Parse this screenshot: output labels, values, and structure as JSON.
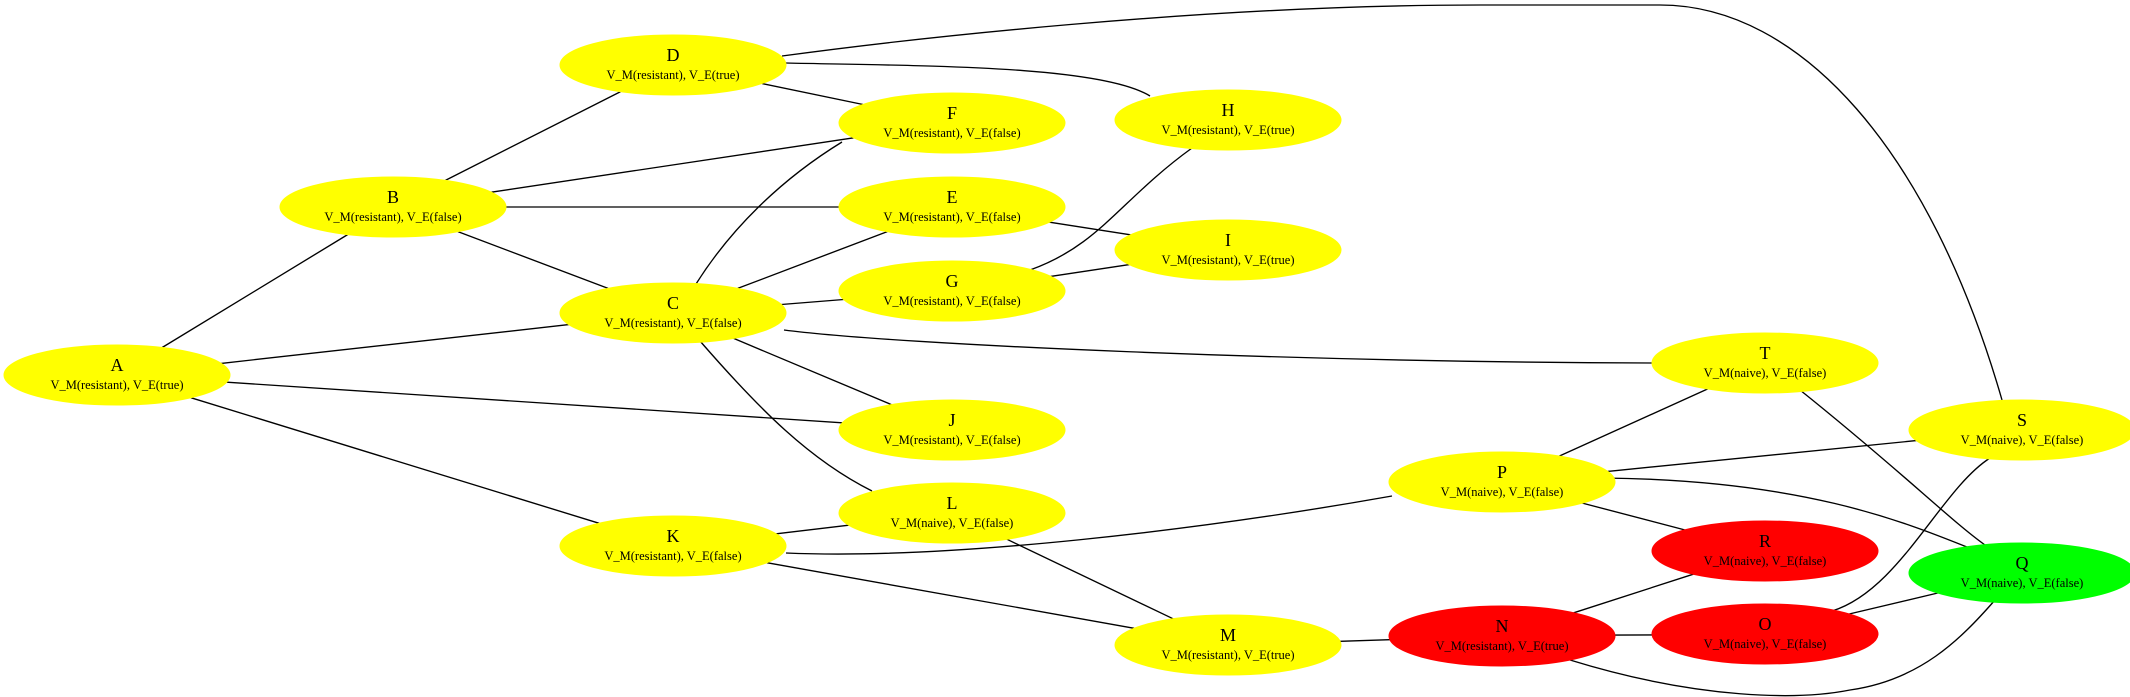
{
  "colors": {
    "yellow": "#ffff00",
    "red": "#ff0000",
    "green": "#00ff00"
  },
  "nodes": {
    "A": {
      "label": "A",
      "sublabel": "V_M(resistant), V_E(true)",
      "color": "yellow"
    },
    "B": {
      "label": "B",
      "sublabel": "V_M(resistant), V_E(false)",
      "color": "yellow"
    },
    "C": {
      "label": "C",
      "sublabel": "V_M(resistant), V_E(false)",
      "color": "yellow"
    },
    "D": {
      "label": "D",
      "sublabel": "V_M(resistant), V_E(true)",
      "color": "yellow"
    },
    "E": {
      "label": "E",
      "sublabel": "V_M(resistant), V_E(false)",
      "color": "yellow"
    },
    "F": {
      "label": "F",
      "sublabel": "V_M(resistant), V_E(false)",
      "color": "yellow"
    },
    "G": {
      "label": "G",
      "sublabel": "V_M(resistant), V_E(false)",
      "color": "yellow"
    },
    "H": {
      "label": "H",
      "sublabel": "V_M(resistant), V_E(true)",
      "color": "yellow"
    },
    "I": {
      "label": "I",
      "sublabel": "V_M(resistant), V_E(true)",
      "color": "yellow"
    },
    "J": {
      "label": "J",
      "sublabel": "V_M(resistant), V_E(false)",
      "color": "yellow"
    },
    "K": {
      "label": "K",
      "sublabel": "V_M(resistant), V_E(false)",
      "color": "yellow"
    },
    "L": {
      "label": "L",
      "sublabel": "V_M(naive), V_E(false)",
      "color": "yellow"
    },
    "M": {
      "label": "M",
      "sublabel": "V_M(resistant), V_E(true)",
      "color": "yellow"
    },
    "N": {
      "label": "N",
      "sublabel": "V_M(resistant), V_E(true)",
      "color": "red"
    },
    "O": {
      "label": "O",
      "sublabel": "V_M(naive), V_E(false)",
      "color": "red"
    },
    "P": {
      "label": "P",
      "sublabel": "V_M(naive), V_E(false)",
      "color": "yellow"
    },
    "Q": {
      "label": "Q",
      "sublabel": "V_M(naive), V_E(false)",
      "color": "green"
    },
    "R": {
      "label": "R",
      "sublabel": "V_M(naive), V_E(false)",
      "color": "red"
    },
    "S": {
      "label": "S",
      "sublabel": "V_M(naive), V_E(false)",
      "color": "yellow"
    },
    "T": {
      "label": "T",
      "sublabel": "V_M(naive), V_E(false)",
      "color": "yellow"
    }
  },
  "edges": [
    [
      "A",
      "B"
    ],
    [
      "A",
      "C"
    ],
    [
      "A",
      "J"
    ],
    [
      "A",
      "K"
    ],
    [
      "B",
      "D"
    ],
    [
      "B",
      "F"
    ],
    [
      "B",
      "E"
    ],
    [
      "B",
      "C"
    ],
    [
      "D",
      "F"
    ],
    [
      "D",
      "H"
    ],
    [
      "D",
      "S"
    ],
    [
      "C",
      "F"
    ],
    [
      "C",
      "E"
    ],
    [
      "C",
      "G"
    ],
    [
      "C",
      "J"
    ],
    [
      "C",
      "L"
    ],
    [
      "C",
      "T"
    ],
    [
      "E",
      "I"
    ],
    [
      "G",
      "H"
    ],
    [
      "G",
      "I"
    ],
    [
      "K",
      "L"
    ],
    [
      "K",
      "M"
    ],
    [
      "K",
      "P"
    ],
    [
      "L",
      "M"
    ],
    [
      "M",
      "N"
    ],
    [
      "N",
      "R"
    ],
    [
      "N",
      "O"
    ],
    [
      "N",
      "Q"
    ],
    [
      "O",
      "S"
    ],
    [
      "O",
      "Q"
    ],
    [
      "P",
      "T"
    ],
    [
      "P",
      "S"
    ],
    [
      "P",
      "R"
    ],
    [
      "P",
      "Q"
    ],
    [
      "T",
      "Q"
    ]
  ]
}
